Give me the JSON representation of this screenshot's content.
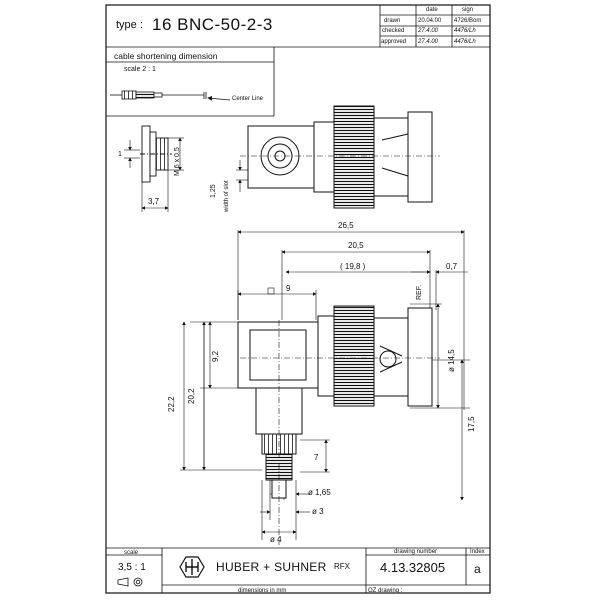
{
  "title_block": {
    "type_label": "type :",
    "type_value": "16 BNC-50-2-3",
    "col_date": "date",
    "col_sign": "sign",
    "rows": [
      {
        "label": "drawn",
        "date": "20.04.00",
        "sign": "4726/Bom"
      },
      {
        "label": "checked",
        "date": "27.4.00",
        "sign": "4476/Lh"
      },
      {
        "label": "approved",
        "date": "27.4.00",
        "sign": "4476/Lh"
      }
    ]
  },
  "cable_section": {
    "title": "cable shortening dimension",
    "scale": "scale  2 : 1",
    "center_line": "Center Line"
  },
  "detail_dims": {
    "thread": "M 6 x 0,5",
    "one": "1",
    "width": "3,7",
    "slot": "1,25",
    "slot_label": "width of slot"
  },
  "main_dims": {
    "d26_5": "26,5",
    "d20_5": "20,5",
    "d19_8": "( 19,8 )",
    "d0_7": "0,7",
    "ref": "REF.",
    "sq9": "9",
    "d9_2": "9,2",
    "d22_2": "22,2",
    "d20_2": "20,2",
    "dia14_5": "ø 14,5",
    "d17_5": "17,5",
    "d7": "7",
    "dia1_65": "ø 1,65",
    "dia3": "ø 3",
    "dia4": "ø 4"
  },
  "footer": {
    "scale_label": "scale",
    "scale_value": "3,5 : 1",
    "company": "HUBER + SUHNER",
    "rfx": "RFX",
    "dimensions_in": "dimensions in mm",
    "drawing_number_label": "drawing number",
    "drawing_number": "4.13.32805",
    "index_label": "Index",
    "index_value": "a",
    "oz_drawing": "OZ drawing :"
  }
}
